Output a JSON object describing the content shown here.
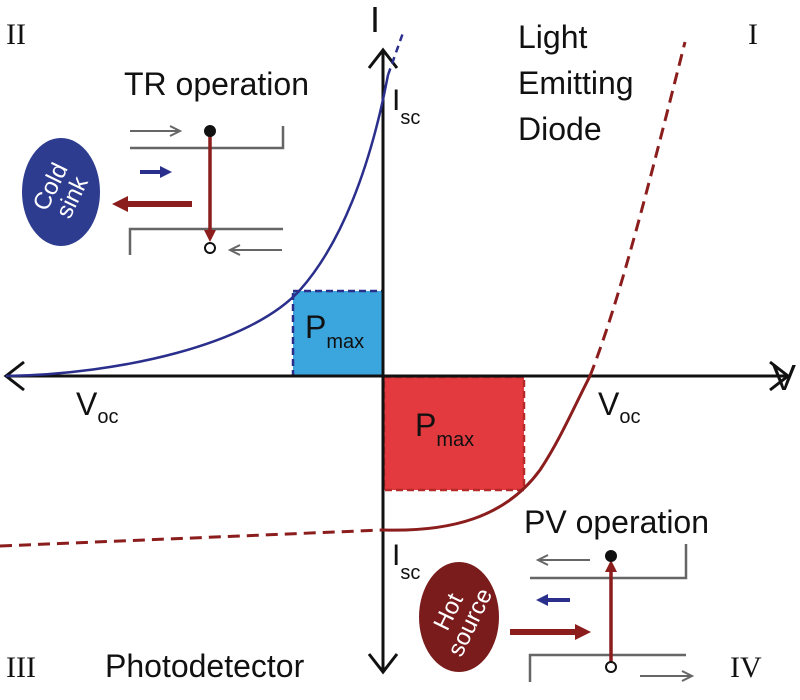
{
  "quadrants": {
    "q1": "I",
    "q2": "II",
    "q3": "III",
    "q4": "IV"
  },
  "axes": {
    "v_label": "V",
    "i_label": "I"
  },
  "labels": {
    "voc": "V",
    "voc_sub": "oc",
    "isc": "I",
    "isc_sub": "sc",
    "pmax": "P",
    "pmax_sub": "max",
    "led_line1": "Light",
    "led_line2": "Emitting",
    "led_line3": "Diode",
    "tr_operation": "TR operation",
    "pv_operation": "PV operation",
    "photodetector": "Photodetector",
    "cold_line1": "Cold",
    "cold_line2": "sink",
    "hot_line1": "Hot",
    "hot_line2": "source"
  },
  "colors": {
    "blue_curve": "#2b2f8c",
    "red_curve": "#8b1d1d",
    "pmax_tr_fill": "#3aa6dd",
    "pmax_pv_fill": "#e23a3f",
    "cold_sink_fill": "#2e3c8f",
    "hot_source_fill": "#7a1c1c",
    "band_gray": "#666666"
  }
}
